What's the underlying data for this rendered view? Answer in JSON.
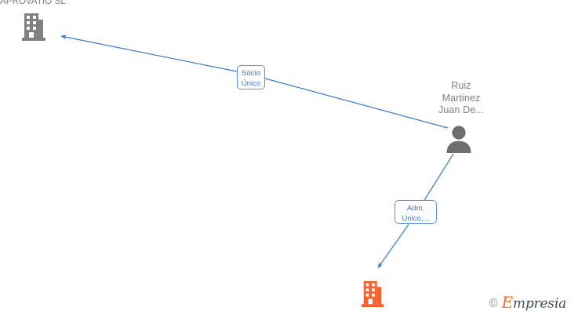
{
  "graph": {
    "background_color": "#ffffff",
    "edge_color": "#3a79c8",
    "nodes": [
      {
        "id": "company-top",
        "type": "company",
        "label": "APROVATIO SL",
        "icon": "building-icon",
        "icon_color": "#808080"
      },
      {
        "id": "person",
        "type": "person",
        "label": "Ruiz\nMartinez\nJuan De...",
        "icon": "person-icon",
        "icon_color": "#6e6e6e"
      },
      {
        "id": "company-bottom",
        "type": "company",
        "label": "",
        "icon": "building-icon",
        "icon_color": "#f9622e"
      }
    ],
    "edges": [
      {
        "id": "edge-socio-unico",
        "from": "person",
        "to": "company-top",
        "label": "Socio\nÚnico",
        "color": "#3a79c8"
      },
      {
        "id": "edge-adm-unico",
        "from": "person",
        "to": "company-bottom",
        "label": "Adm.\nUnico,...",
        "color": "#3a79c8"
      }
    ]
  },
  "footer": {
    "copyright_symbol": "©",
    "brand_initial": "E",
    "brand_rest": "mpresia",
    "brand_initial_color": "#f26a2a",
    "brand_text_color": "#3f4a56"
  }
}
